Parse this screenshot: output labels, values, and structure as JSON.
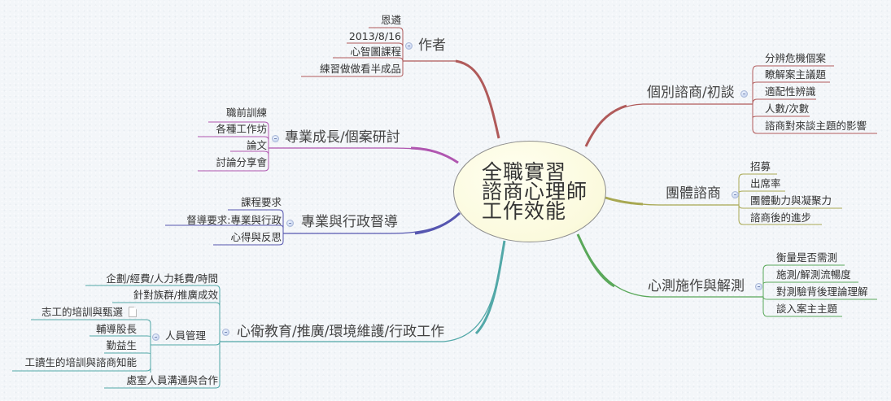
{
  "central_topic": {
    "lines": [
      "全職實習",
      "諮商心理師",
      "工作效能"
    ]
  },
  "colors": {
    "author": "#b05a5a",
    "professional_growth": "#b056b0",
    "supervision": "#5656b0",
    "mental_health": "#52a8a8",
    "individual": "#b05a5a",
    "group": "#a8a852",
    "assessment": "#5aa85a",
    "central_fill": "#fbfadd",
    "collapse_button": "#b8c9ea"
  },
  "branches": {
    "author": {
      "label": "作者",
      "children": [
        "恩遴",
        "2013/8/16",
        "心智圖課程",
        "練習做做看半成品"
      ]
    },
    "professional_growth": {
      "label": "專業成長/個案研討",
      "children": [
        "職前訓練",
        "各種工作坊",
        "論文",
        "討論分享會"
      ]
    },
    "supervision": {
      "label": "專業與行政督導",
      "children": [
        "課程要求",
        "督導要求:專業與行政",
        "心得與反思"
      ]
    },
    "mental_health": {
      "label": "心衛教育/推廣/環境維護/行政工作",
      "children": [
        "企劃/經費/人力耗費/時間",
        "針對族群/推廣成效",
        "人員管理",
        "處室人員溝通與合作"
      ],
      "personnel": {
        "label": "人員管理",
        "children": [
          "志工的培訓與甄選",
          "輔導股長",
          "勤益生",
          "工讀生的培訓與諮商知能"
        ],
        "note_icon": "note-icon"
      }
    },
    "individual": {
      "label": "個別諮商/初談",
      "children": [
        "分辨危機個案",
        "瞭解案主議題",
        "適配性辨識",
        "人數/次數",
        "諮商對來談主題的影響"
      ]
    },
    "group": {
      "label": "團體諮商",
      "children": [
        "招募",
        "出席率",
        "團體動力與凝聚力",
        "諮商後的進步"
      ]
    },
    "assessment": {
      "label": "心測施作與解測",
      "children": [
        "衡量是否需測",
        "施測/解測流暢度",
        "對測驗背後理論理解",
        "談入案主主題"
      ]
    }
  }
}
